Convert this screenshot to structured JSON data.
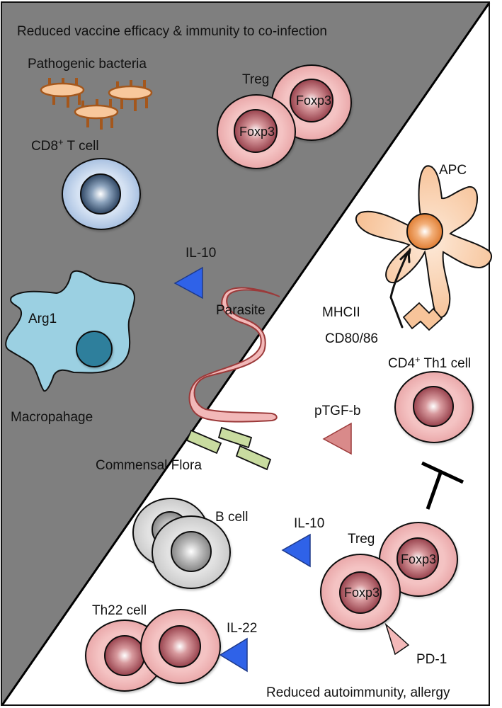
{
  "figure": {
    "top_caption": "Reduced vaccine efficacy & immunity to co-infection",
    "bottom_caption": "Reduced autoimmunity, allergy",
    "colors": {
      "dark_region": "#7f7f7f",
      "light_region": "#ffffff",
      "il10_triangle": "#2f62e8",
      "tgf_triangle": "#d98a8a",
      "treg_cell": "#efb1b1",
      "treg_nucleus": "#a54a52",
      "cd8_cell": "#b7cce8",
      "cd8_nucleus": "#35506e",
      "macrophage": "#9bd0e2",
      "macrophage_nucleus": "#2e7f9c",
      "apc": "#f7c49a",
      "apc_nucleus": "#e98a3a",
      "bacteria": "#f8c89c",
      "bacteria_stroke": "#a4571c",
      "commensal": "#c9dca0",
      "b_cell": "#cfcfcf",
      "parasite": "#f2b8b8"
    }
  },
  "dark_region": {
    "pathogenic_bacteria_label": "Pathogenic bacteria",
    "treg_label": "Treg",
    "treg_nucleus_labels": [
      "Foxp3",
      "Foxp3"
    ],
    "cd8_label_prefix": "CD8",
    "cd8_label_sup": "+",
    "cd8_label_suffix": " T cell",
    "il10_label": "IL-10",
    "arg1_label": "Arg1",
    "macrophage_label": "Macropahage",
    "parasite_label": "Parasite",
    "commensal_label": "Commensal Flora"
  },
  "light_region": {
    "apc_label": "APC",
    "mhcii_label": "MHCII",
    "cd80_label": "CD80/86",
    "cd4_label_prefix": "CD4",
    "cd4_label_sup": "+",
    "cd4_label_suffix": " Th1 cell",
    "ptgf_label": "pTGF-b",
    "bcell_label": "B cell",
    "il10_label": "IL-10",
    "treg_label": "Treg",
    "treg_nucleus_labels": [
      "Foxp3",
      "Foxp3"
    ],
    "pd1_label": "PD-1",
    "th22_label": "Th22 cell",
    "il22_label": "IL-22"
  }
}
